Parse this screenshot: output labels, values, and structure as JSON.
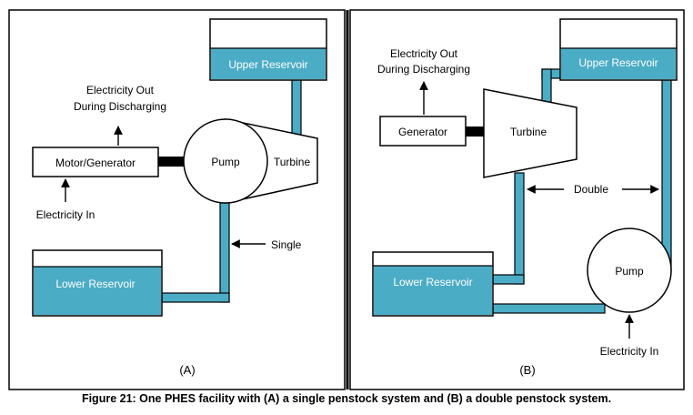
{
  "colors": {
    "water": "#4BACC6",
    "outline": "#000000",
    "background": "#FFFFFF"
  },
  "panel_a": {
    "upper_reservoir": "Upper Reservoir",
    "lower_reservoir": "Lower Reservoir",
    "pump": "Pump",
    "turbine": "Turbine",
    "motor_generator": "Motor/Generator",
    "electricity_out_line1": "Electricity Out",
    "electricity_out_line2": "During Discharging",
    "electricity_in": "Electricity In",
    "penstock_label": "Single",
    "panel_label": "(A)"
  },
  "panel_b": {
    "upper_reservoir": "Upper Reservoir",
    "lower_reservoir": "Lower Reservoir",
    "pump": "Pump",
    "turbine": "Turbine",
    "generator": "Generator",
    "electricity_out_line1": "Electricity Out",
    "electricity_out_line2": "During Discharging",
    "electricity_in": "Electricity In",
    "penstock_label": "Double",
    "panel_label": "(B)"
  },
  "caption": "Figure 21: One PHES facility with (A) a single penstock system and (B) a double penstock system."
}
